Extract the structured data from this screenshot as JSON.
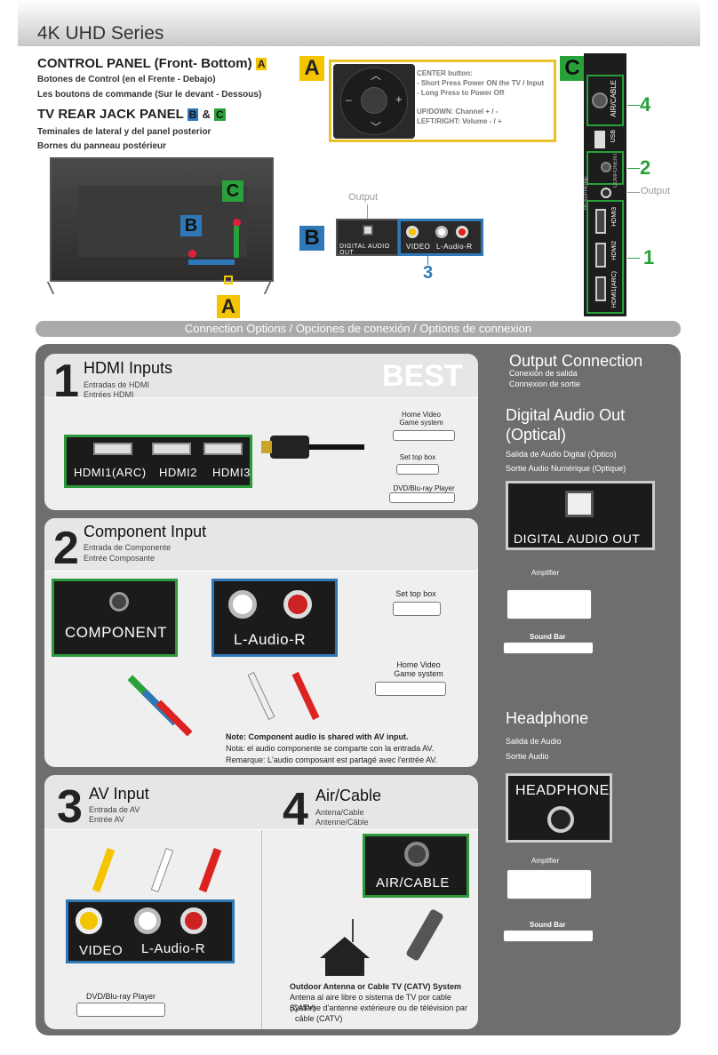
{
  "header": {
    "title": "4K UHD Series"
  },
  "control_panel": {
    "heading": "CONTROL PANEL (Front- Bottom)",
    "badge": "A",
    "line_es": "Botones de Control (en el Frente - Debajo)",
    "line_fr": "Les boutons de commande (Sur le devant - Dessous)"
  },
  "rear_panel": {
    "heading": "TV REAR JACK PANEL",
    "badge_b": "B",
    "amp": "&",
    "badge_c": "C",
    "line_es": "Teminales de lateral y del panel posterior",
    "line_fr": "Bornes du panneau postérieur"
  },
  "tv_labels": {
    "c": "C",
    "b": "B",
    "a": "A"
  },
  "panel_a": {
    "label": "A",
    "minus": "–",
    "plus": "+",
    "center_title": "CENTER button:",
    "center_l1": "- Short Press Power ON the TV / Input",
    "center_l2": "- Long Press to Power Off",
    "updown": "UP/DOWN: Channel + / -",
    "leftright": "LEFT/RIGHT: Volume - / +"
  },
  "panel_b": {
    "label": "B",
    "output": "Output",
    "digital": "DIGITAL AUDIO OUT",
    "video": "VIDEO",
    "audio": "L-Audio-R",
    "num3": "3"
  },
  "panel_c": {
    "label": "C",
    "air": "AIR/CABLE",
    "usb": "USB",
    "component": "COMPONENT",
    "headphone": "HEADPHONE",
    "hdmi3": "HDMI3",
    "hdmi2": "HDMI2",
    "hdmi1": "HDMI1(ARC)",
    "n4": "4",
    "n2": "2",
    "output": "Output",
    "n1": "1"
  },
  "banner": "Connection Options / Opciones de conexión / Options de connexion",
  "sec1": {
    "num": "1",
    "title": "HDMI Inputs",
    "es": "Entradas de HDMI",
    "fr": "Entrées HDMI",
    "best": "BEST",
    "ports": [
      "HDMI1(ARC)",
      "HDMI2",
      "HDMI3"
    ],
    "dev_game": "Home Video Game system",
    "dev_stb": "Set top box",
    "dev_dvd": "DVD/Blu-ray Player"
  },
  "sec2": {
    "num": "2",
    "title": "Component Input",
    "es": "Entrada de Componente",
    "fr": "Entrée Composante",
    "component": "COMPONENT",
    "audio": "L-Audio-R",
    "dev_stb": "Set top box",
    "dev_game": "Home Video Game system",
    "note_en": "Note: Component audio is shared with AV input.",
    "note_es": "Nota: el audio componente se comparte con la entrada AV.",
    "note_fr": "Remarque: L'audio composant est partagé avec l'entrée AV."
  },
  "sec3": {
    "num": "3",
    "title": "AV Input",
    "es": "Entrada de AV",
    "fr": "Entrée AV",
    "video": "VIDEO",
    "audio": "L-Audio-R",
    "dev_dvd": "DVD/Blu-ray Player"
  },
  "sec4": {
    "num": "4",
    "title": "Air/Cable",
    "es": "Antena/Cable",
    "fr": "Antenne/Câble",
    "air": "AIR/CABLE",
    "cap_en": "Outdoor Antenna or Cable TV (CATV) System",
    "cap_es": "Antena al aire libre o sistema de TV por cable (CATV)",
    "cap_fr1": "Système d'antenne extérieure ou de télévision par",
    "cap_fr2": "câble (CATV)"
  },
  "output": {
    "title": "Output Connection",
    "es": "Conexión de salida",
    "fr": "Connexion de sortie",
    "digital_title": "Digital Audio Out (Optical)",
    "digital_es": "Salida de Audio Digital (Óptico)",
    "digital_fr": "Sortie Audio Numérique (Optique)",
    "digital_box": "DIGITAL AUDIO OUT",
    "amplifier": "Amplifier",
    "soundbar": "Sound Bar",
    "hp_title": "Headphone",
    "hp_es": "Salida de Audio",
    "hp_fr": "Sortie Audio",
    "hp_box": "HEADPHONE",
    "amplifier2": "Amplifier",
    "soundbar2": "Sound Bar"
  },
  "colors": {
    "yellow": "#f5c400",
    "blue": "#2f78b8",
    "green": "#29a13a",
    "dark_panel": "#6e6e6e"
  }
}
